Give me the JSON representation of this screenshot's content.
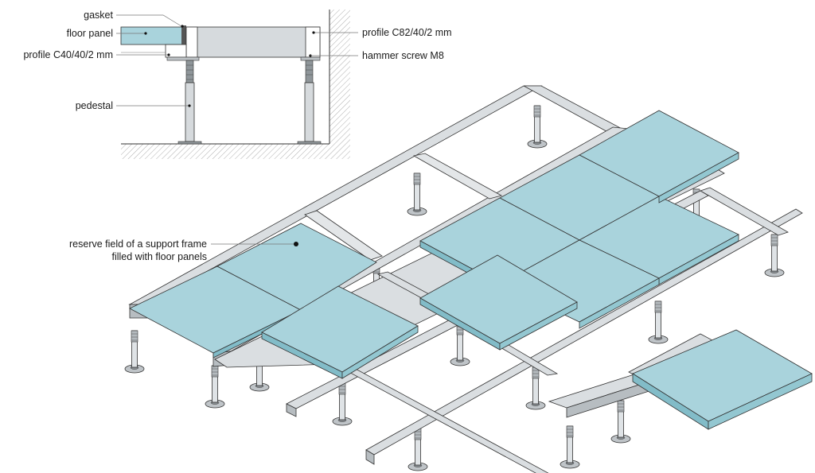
{
  "detail": {
    "gasket": "gasket",
    "floor_panel": "floor panel",
    "profile_small": "profile C40/40/2 mm",
    "profile_large": "profile C82/40/2 mm",
    "hammer_screw": "hammer screw M8",
    "pedestal": "pedestal"
  },
  "main": {
    "reserve_line1": "reserve field of a support frame",
    "reserve_line2": "filled with floor panels"
  },
  "colors": {
    "panel_top": "#a9d3dc",
    "panel_side": "#82bcc8",
    "metal": "#d9dde0",
    "metal_dark": "#9ea4a9",
    "line": "#333333"
  }
}
